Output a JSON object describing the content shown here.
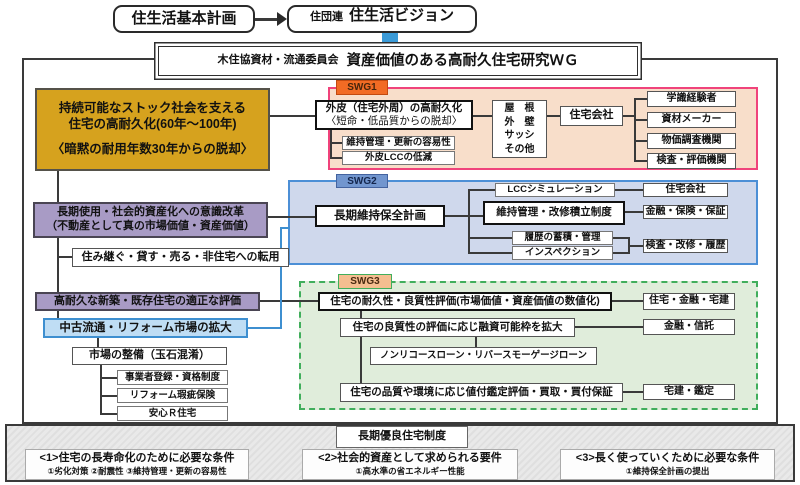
{
  "top": {
    "plan": "住生活基本計画",
    "org": "住団連",
    "vision": "住生活ビジョン"
  },
  "title": {
    "committee": "木住協資材・流通委員会",
    "name": "資産価値のある高耐久住宅研究ＷＧ"
  },
  "left": {
    "goal1": "持続可能なストック社会を支える",
    "goal2": "住宅の高耐久化(60年〜100年)",
    "goal3": "〈暗黙の耐用年数30年からの脱却〉",
    "mindset1": "長期使用・社会的資産化への意識改革",
    "mindset2": "（不動産として真の市場価値・資産価値）",
    "reuse": "住み継ぐ・貸す・売る・非住宅への転用",
    "evaluation": "高耐久な新築・既存住宅の適正な評価",
    "market": "中古流通・リフォーム市場の拡大",
    "market_prep": "市場の整備（玉石混淆）",
    "items": [
      "事業者登録・資格制度",
      "リフォーム瑕疵保険",
      "安心Ｒ住宅"
    ]
  },
  "swg1": {
    "label": "SWG1",
    "main1": "外皮（住宅外周）の高耐久化",
    "main2": "〈短命・低品質からの脱却〉",
    "item1": "維持管理・更新の容易性",
    "item2": "外皮LCCの低減",
    "parts": [
      "屋　根",
      "外　壁",
      "サッシ",
      "その他"
    ],
    "company": "住宅会社",
    "partners": [
      "学識経験者",
      "資材メーカー",
      "物価調査機関",
      "検査・評価機関"
    ]
  },
  "swg2": {
    "label": "SWG2",
    "main": "長期維持保全計画",
    "lcc": "LCCシミュレーション",
    "fund": "維持管理・改修積立制度",
    "history": "履歴の蓄積・管理",
    "inspection": "インスペクション",
    "partners": [
      "住宅会社",
      "金融・保険・保証",
      "検査・改修・履歴"
    ]
  },
  "swg3": {
    "label": "SWG3",
    "main": "住宅の耐久性・良質性評価(市場価値・資産価値の数値化)",
    "item1": "住宅の良質性の評価に応じ融資可能枠を拡大",
    "item2": "ノンリコースローン・リバースモーゲージローン",
    "item3": "住宅の品質や環境に応じ値付鑑定評価・買取・買付保証",
    "partners": [
      "住宅・金融・宅建",
      "金融・信託",
      "宅建・鑑定"
    ]
  },
  "bottom": {
    "label": "長期優良住宅制度",
    "boxes": [
      {
        "title": "<1>住宅の長寿命化のために必要な条件",
        "sub": "①劣化対策 ②耐震性 ③維持管理・更新の容易性"
      },
      {
        "title": "<2>社会的資産として求められる要件",
        "sub": "①高水準の省エネルギー性能"
      },
      {
        "title": "<3>長く使っていくために必要な条件",
        "sub": "①維持保全計画の提出"
      }
    ]
  },
  "colors": {
    "gold": "#D6A21E",
    "purple": "#A89BC5",
    "market_blue": "#BFDDF4",
    "swg1_fill": "#F8DECA",
    "swg1_border": "#F0437B",
    "swg1_label": "#F26B24",
    "swg2_fill": "#CFD8EC",
    "swg2_border": "#4C8FD6",
    "swg3_fill": "#E0EDDB",
    "swg3_border": "#41AE5C",
    "swg3_label": "#F5BE90",
    "arrow_blue": "#3B9BD8",
    "line": "#3A3A3A"
  }
}
